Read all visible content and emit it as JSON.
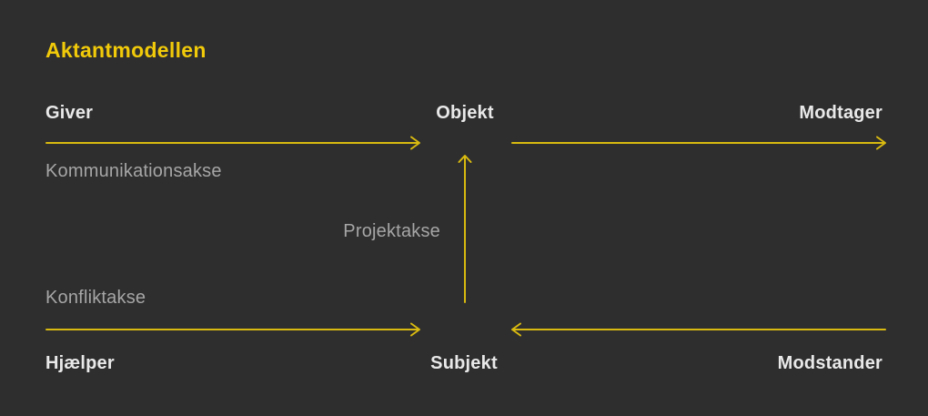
{
  "title": "Aktantmodellen",
  "colors": {
    "background": "#2e2e2e",
    "title_yellow": "#f1ca0a",
    "arrow_yellow": "#d9ba10",
    "actant_white": "#e9e9e9",
    "axis_gray": "#a6a6a6"
  },
  "actants": {
    "giver": "Giver",
    "objekt": "Objekt",
    "modtager": "Modtager",
    "hjaelper": "Hjælper",
    "subjekt": "Subjekt",
    "modstander": "Modstander"
  },
  "axes": {
    "kommunikationsakse": "Kommunikationsakse",
    "projektakse": "Projektakse",
    "konfliktakse": "Konfliktakse"
  },
  "arrows": [
    {
      "name": "giver-to-objekt",
      "axis": "Kommunikationsakse",
      "direction": "right"
    },
    {
      "name": "objekt-to-modtager",
      "axis": "Kommunikationsakse",
      "direction": "right"
    },
    {
      "name": "subjekt-to-objekt",
      "axis": "Projektakse",
      "direction": "up"
    },
    {
      "name": "hjaelper-to-subjekt",
      "axis": "Konfliktakse",
      "direction": "right"
    },
    {
      "name": "modstander-to-subjekt",
      "axis": "Konfliktakse",
      "direction": "left"
    }
  ]
}
